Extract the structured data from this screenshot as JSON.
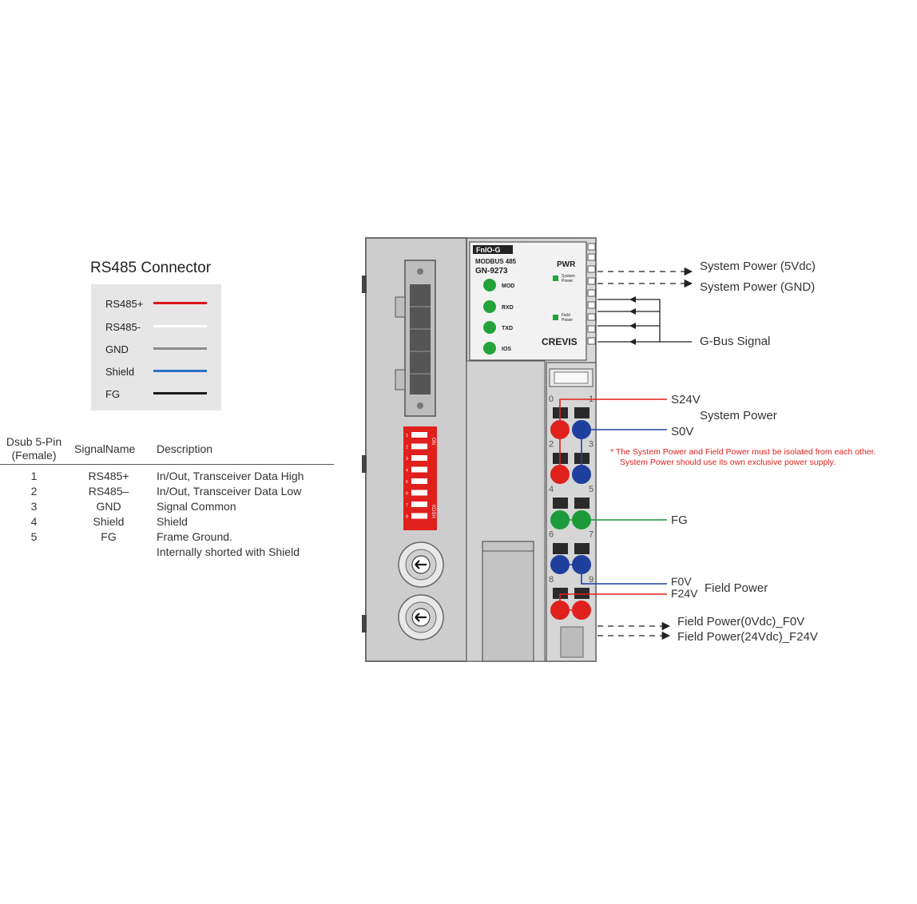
{
  "connector": {
    "title": "RS485 Connector",
    "legend": [
      {
        "label": "RS485+",
        "color": "#d8161d"
      },
      {
        "label": "RS485-",
        "color": "#ffffff"
      },
      {
        "label": "GND",
        "color": "#8a8a8a"
      },
      {
        "label": "Shield",
        "color": "#2a6fc6"
      },
      {
        "label": "FG",
        "color": "#1a1a1a"
      }
    ]
  },
  "pin_table": {
    "headers": {
      "pin_line1": "Dsub 5-Pin",
      "pin_line2": "(Female)",
      "signal": "SignalName",
      "desc": "Description"
    },
    "rows": [
      {
        "pin": "1",
        "signal": "RS485+",
        "desc": "In/Out, Transceiver Data High"
      },
      {
        "pin": "2",
        "signal": "RS485–",
        "desc": "In/Out, Transceiver Data Low"
      },
      {
        "pin": "3",
        "signal": "GND",
        "desc": "Signal Common"
      },
      {
        "pin": "4",
        "signal": "Shield",
        "desc": "Shield"
      },
      {
        "pin": "5",
        "signal": "FG",
        "desc": "Frame Ground."
      }
    ],
    "extra_desc": "Internally shorted with Shield"
  },
  "device": {
    "brand_tag": "FnIO-G",
    "protocol": "MODBUS 485",
    "model": "GN-9273",
    "pwr": "PWR",
    "system_power": "System Power",
    "field_power": "Field Power",
    "brand": "CREVIS",
    "leds": [
      "MOD",
      "RXD",
      "TXD",
      "IOS"
    ],
    "dip_on": "ON",
    "dip_label": "KDSH",
    "dip_numbers": [
      "1",
      "2",
      "3",
      "4",
      "5",
      "6",
      "7",
      "8"
    ],
    "terminal_numbers": [
      "0",
      "1",
      "2",
      "3",
      "4",
      "5",
      "6",
      "7",
      "8",
      "9"
    ]
  },
  "labels": {
    "sys_5v": "System Power (5Vdc)",
    "sys_gnd": "System Power (GND)",
    "gbus": "G-Bus Signal",
    "s24v": "S24V",
    "system_power": "System Power",
    "s0v": "S0V",
    "fg": "FG",
    "f0v": "F0V",
    "f24v": "F24V",
    "field_power": "Field Power",
    "field_0v": "Field Power(0Vdc)_F0V",
    "field_24v": "Field Power(24Vdc)_F24V"
  },
  "note": {
    "line1": "* The System Power and Field Power must be isolated from each other.",
    "line2": "System  Power  should use its own exclusive power supply."
  },
  "colors": {
    "red": "#e0201c",
    "blue": "#1f3f9e",
    "green": "#1c9a3a",
    "led_green": "#23a33a"
  }
}
